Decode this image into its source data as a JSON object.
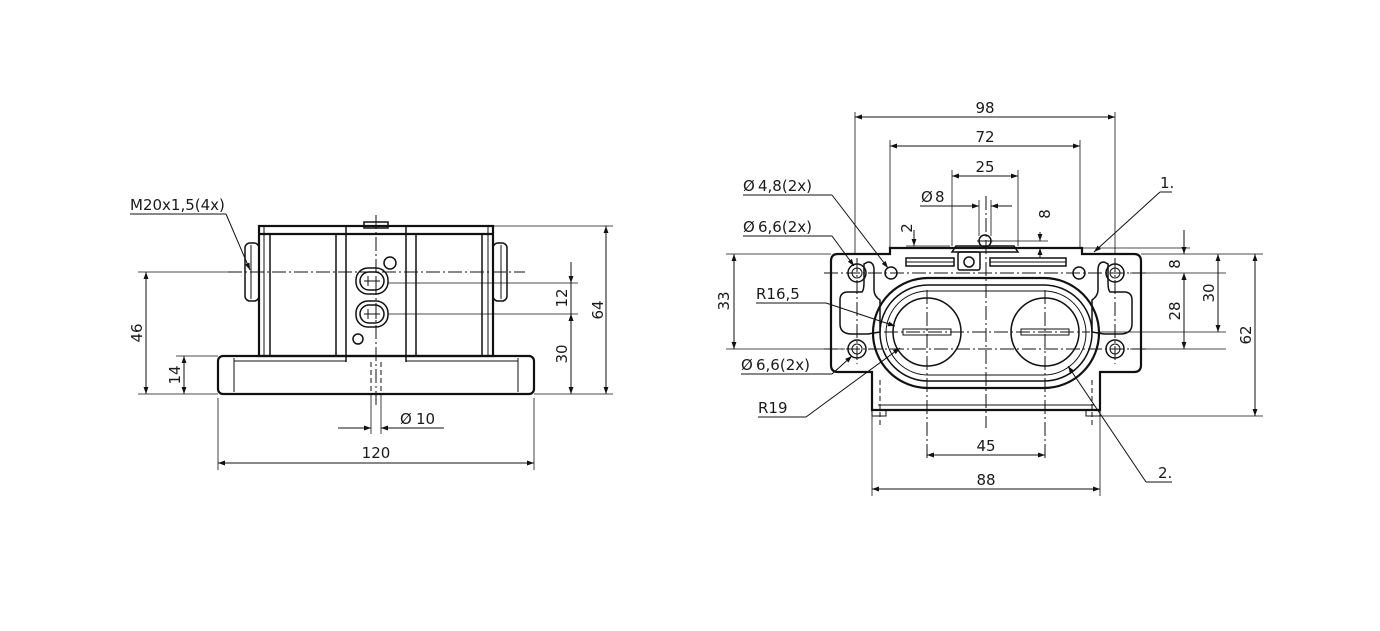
{
  "front_view": {
    "thread_label": "M20x1,5(4x)",
    "dim_height_total": "64",
    "dim_height_axis": "46",
    "dim_base_height": "14",
    "dim_hole_spacing": "12",
    "dim_lower_hole": "30",
    "dim_bore": "10",
    "dim_width": "120",
    "diameter_symbol": "Ø"
  },
  "top_view": {
    "dim_98": "98",
    "dim_72": "72",
    "dim_25": "25",
    "dim_8_small": "8",
    "dim_2": "2",
    "dia_8": "8",
    "dia_4_8": "4,8(2x)",
    "dia_6_6_top": "6,6(2x)",
    "dia_6_6_bottom": "6,6(2x)",
    "radius_16_5": "R16,5",
    "radius_19": "R19",
    "dim_33": "33",
    "dim_8_right": "8",
    "dim_28": "28",
    "dim_30": "30",
    "dim_62": "62",
    "dim_45": "45",
    "dim_88": "88",
    "callout_1": "1.",
    "callout_2": "2.",
    "diameter_symbol": "Ø"
  }
}
